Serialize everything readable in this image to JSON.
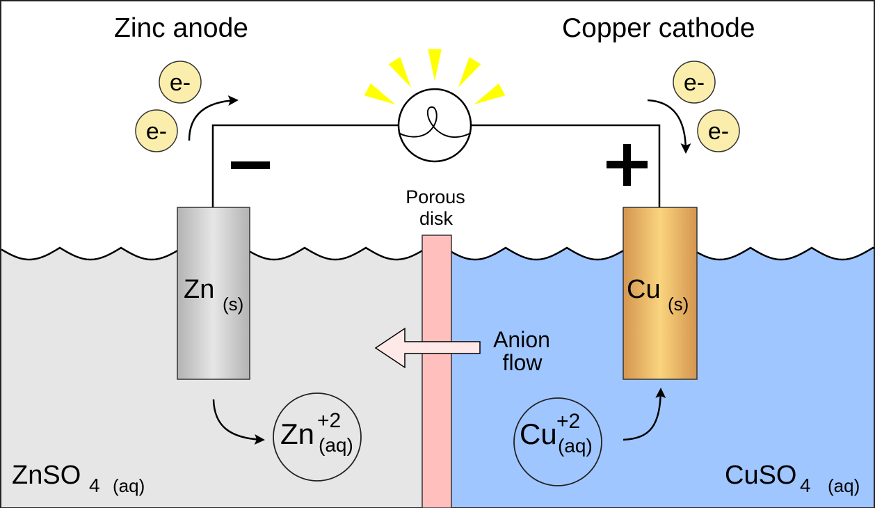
{
  "title_left": "Zinc anode",
  "title_right": "Copper cathode",
  "electron_label": "e-",
  "terminal_negative": "−",
  "terminal_positive": "+",
  "porous_disk": {
    "line1": "Porous",
    "line2": "disk"
  },
  "anion_flow": {
    "line1": "Anion",
    "line2": "flow"
  },
  "zinc_electrode": {
    "symbol": "Zn",
    "state": "(s)"
  },
  "copper_electrode": {
    "symbol": "Cu",
    "state": "(s)"
  },
  "zinc_ion": {
    "symbol": "Zn",
    "charge": "+2",
    "state": "(aq)"
  },
  "copper_ion": {
    "symbol": "Cu",
    "charge": "+2",
    "state": "(aq)"
  },
  "left_solution": {
    "formula": "ZnSO",
    "subscript": "4",
    "state": "(aq)"
  },
  "right_solution": {
    "formula": "CuSO",
    "subscript": "4",
    "state": "(aq)"
  },
  "colors": {
    "left_solution": "#e6e6e6",
    "right_solution": "#a0c6ff",
    "porous_disk": "#ffbfbd",
    "anion_arrow": "#ffe9e8",
    "electron": "#fbeeac",
    "light_rays": "#ffff00",
    "zinc_light": "#e6e6e6",
    "zinc_dark": "#b3b3b3",
    "copper_light": "#fad47e",
    "copper_dark": "#d4954f"
  }
}
